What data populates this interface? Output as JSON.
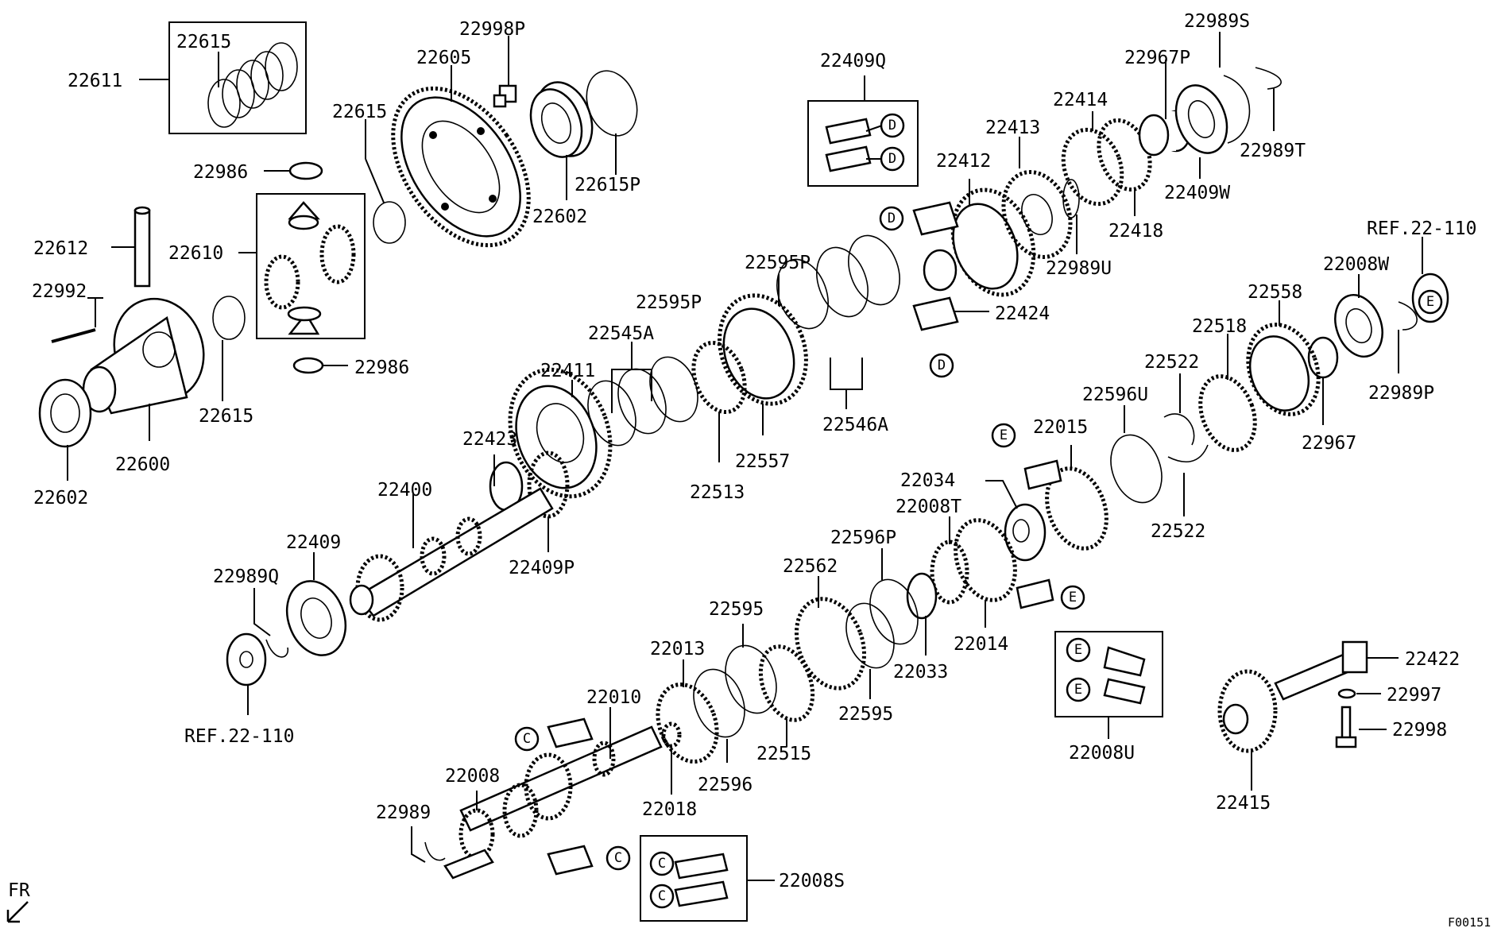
{
  "diagram": {
    "code": "F00151",
    "direction_label": "FR",
    "labels": {
      "p22611": "22611",
      "p22615a": "22615",
      "p22998P": "22998P",
      "p22605": "22605",
      "p22615b": "22615",
      "p22986a": "22986",
      "p22602a": "22602",
      "p22615P": "22615P",
      "p22612": "22612",
      "p22610": "22610",
      "p22992": "22992",
      "p22986b": "22986",
      "p22615c": "22615",
      "p22600": "22600",
      "p22602b": "22602",
      "p22409Q": "22409Q",
      "p22989S": "22989S",
      "p22967P": "22967P",
      "p22414": "22414",
      "p22413": "22413",
      "p22412": "22412",
      "p22989T": "22989T",
      "p22409W": "22409W",
      "p22418": "22418",
      "p22989U": "22989U",
      "p22424": "22424",
      "p22595Pa": "22595P",
      "p22595Pb": "22595P",
      "p22545A": "22545A",
      "p22411": "22411",
      "p22423": "22423",
      "p22400": "22400",
      "p22409P": "22409P",
      "p22513": "22513",
      "p22557": "22557",
      "p22546A": "22546A",
      "p22409": "22409",
      "p22989Q": "22989Q",
      "ref1": "REF.22-110",
      "ref2": "REF.22-110",
      "p22008W": "22008W",
      "p22558": "22558",
      "p22518": "22518",
      "p22522a": "22522",
      "p22596U": "22596U",
      "p22015": "22015",
      "p22989P": "22989P",
      "p22967": "22967",
      "p22522b": "22522",
      "p22034": "22034",
      "p22008T": "22008T",
      "p22596P": "22596P",
      "p22562": "22562",
      "p22595a": "22595",
      "p22013": "22013",
      "p22014": "22014",
      "p22033": "22033",
      "p22595b": "22595",
      "p22010": "22010",
      "p22515": "22515",
      "p22596": "22596",
      "p22018": "22018",
      "p22008": "22008",
      "p22989": "22989",
      "p22008S": "22008S",
      "p22008U": "22008U",
      "p22422": "22422",
      "p22997": "22997",
      "p22998": "22998",
      "p22415": "22415"
    },
    "markers": {
      "C": "C",
      "D": "D",
      "E": "E"
    }
  }
}
